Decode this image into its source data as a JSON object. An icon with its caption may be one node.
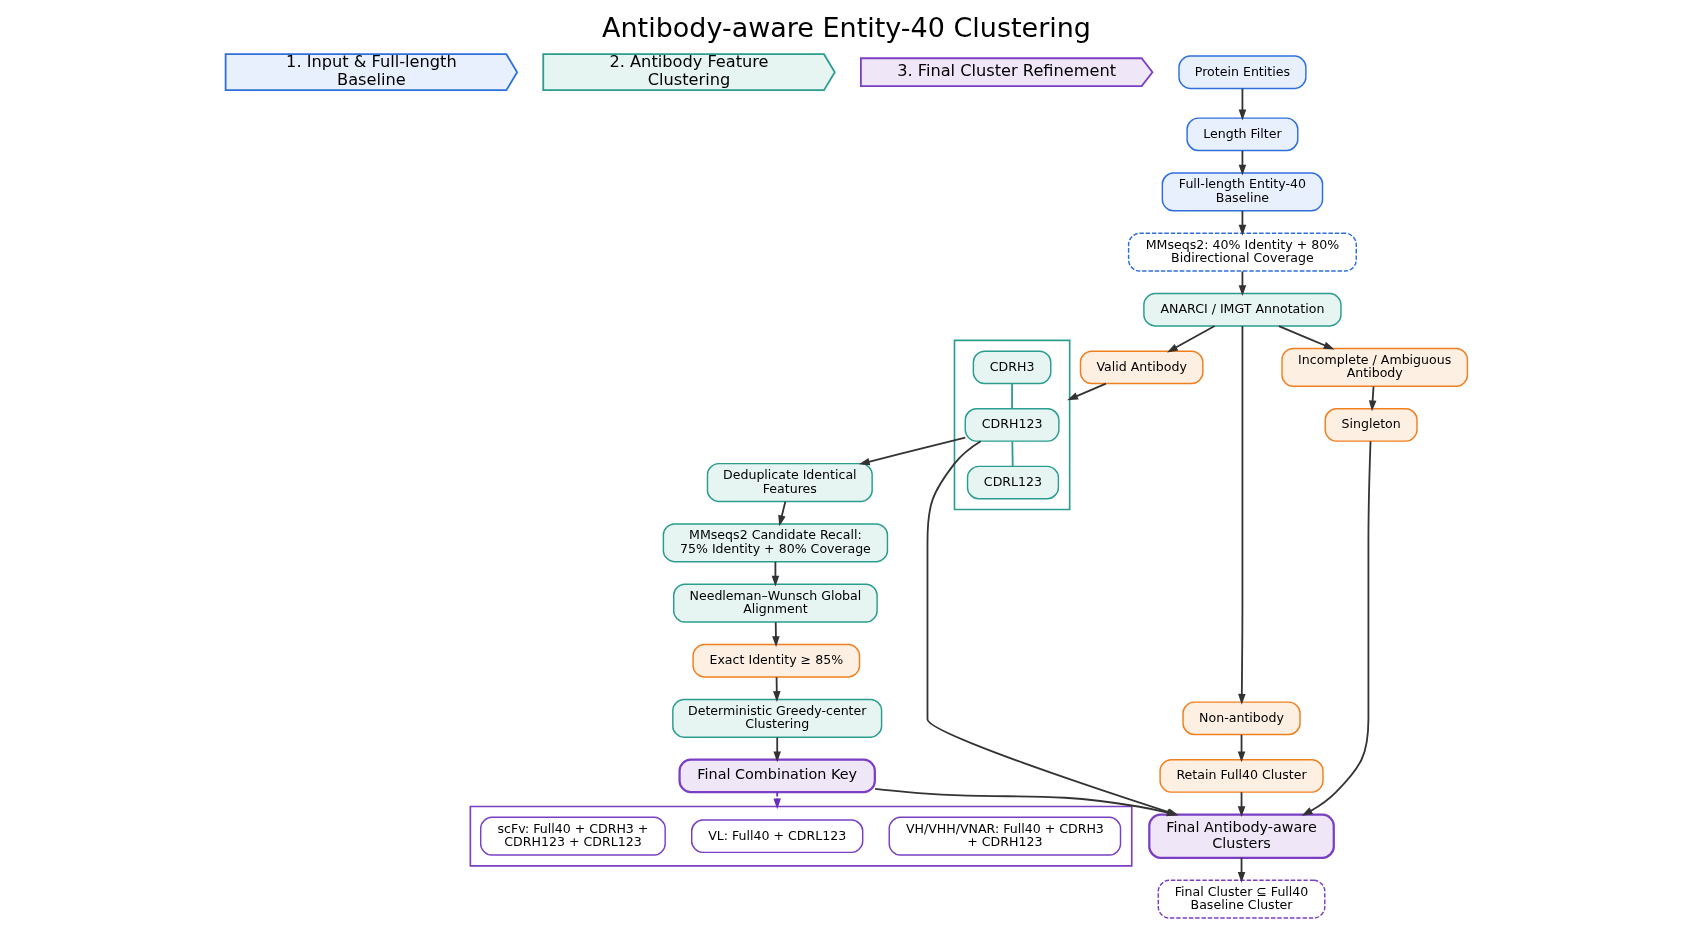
{
  "diagram": {
    "title": "Antibody-aware Entity-40 Clustering",
    "nodes": [
      {
        "text": [
          "1. Input & Full-length Baseline"
        ]
      },
      {
        "text": [
          "2. Antibody Feature Clustering"
        ]
      },
      {
        "text": [
          "3. Final Cluster Refinement"
        ]
      },
      {
        "text": [
          "Protein Entities"
        ]
      },
      {
        "text": [
          "Length Filter"
        ]
      },
      {
        "text": [
          "Full-length Entity-40 Baseline"
        ]
      },
      {
        "text": [
          "MMseqs2: 40% Identity + 80% Bidirectional Coverage"
        ]
      },
      {
        "text": [
          "ANARCI / IMGT Annotation"
        ]
      },
      {
        "text": [
          "Non-antibody"
        ]
      },
      {
        "text": [
          "Retain Full40 Cluster"
        ]
      },
      {
        "text": [
          "Incomplete / Ambiguous Antibody"
        ]
      },
      {
        "text": [
          "Singleton"
        ]
      },
      {
        "text": [
          "Valid Antibody"
        ]
      },
      {
        "text": [],
        "shape": "box"
      },
      {
        "text": [
          "CDRH3"
        ],
        "in": 13
      },
      {
        "text": [
          "CDRH123"
        ],
        "in": 13
      },
      {
        "text": [
          "CDRL123"
        ],
        "in": 13
      },
      {
        "text": [
          "Deduplicate Identical Features"
        ]
      },
      {
        "text": [
          "MMseqs2 Candidate Recall: 75% Identity + 80% Coverage"
        ]
      },
      {
        "text": [
          "Needleman–Wunsch Global Alignment"
        ]
      },
      {
        "text": [
          "Exact Identity ≥ 85%"
        ]
      },
      {
        "text": [
          "Deterministic Greedy-center Clustering"
        ]
      },
      {
        "text": [
          "Final Combination Key"
        ]
      },
      {
        "text": [],
        "shape": "box"
      },
      {
        "text": [
          "VH/VHH/VNAR: Full40 + CDRH3 + CDRH123"
        ],
        "in": 23
      },
      {
        "text": [
          "VL: Full40 + CDRL123"
        ],
        "in": 23
      },
      {
        "text": [
          "scFv: Full40 + CDRH3 + CDRH123 + CDRL123"
        ],
        "in": 23
      },
      {
        "text": [
          "Final Antibody-aware Clusters"
        ]
      },
      {
        "text": [
          "Final Cluster ⊆ Full40 Baseline Cluster"
        ]
      }
    ],
    "edges": [
      {
        "from": 3,
        "to": 4,
        "arrow": "to"
      },
      {
        "from": 4,
        "to": 5,
        "arrow": "to"
      },
      {
        "from": 5,
        "to": 6,
        "arrow": "to"
      },
      {
        "from": 6,
        "to": 7,
        "arrow": "to"
      },
      {
        "from": 7,
        "to": 8,
        "arrow": "to"
      },
      {
        "from": 7,
        "to": 10,
        "arrow": "to"
      },
      {
        "from": 7,
        "to": 12,
        "arrow": "to"
      },
      {
        "from": 8,
        "to": 9,
        "arrow": "to"
      },
      {
        "from": 10,
        "to": 11,
        "arrow": "to"
      },
      {
        "from": 12,
        "to": 13,
        "arrow": "to"
      },
      {
        "from": 14,
        "to": 15,
        "arrow": "none",
        "color": "#2a9d8f"
      },
      {
        "from": 15,
        "to": 16,
        "arrow": "none",
        "color": "#2a9d8f"
      },
      {
        "from": 15,
        "to": 17,
        "arrow": "to"
      },
      {
        "from": 15,
        "to": 27,
        "arrow": "to"
      },
      {
        "from": 17,
        "to": 18,
        "arrow": "to"
      },
      {
        "from": 18,
        "to": 19,
        "arrow": "to"
      },
      {
        "from": 19,
        "to": 20,
        "arrow": "to"
      },
      {
        "from": 20,
        "to": 21,
        "arrow": "to"
      },
      {
        "from": 21,
        "to": 22,
        "arrow": "to"
      },
      {
        "from": 22,
        "to": 23,
        "arrow": "to",
        "style": "dashed",
        "color": "#6a2fb8"
      },
      {
        "from": 22,
        "to": 27,
        "arrow": "to"
      },
      {
        "from": 9,
        "to": 27,
        "arrow": "to"
      },
      {
        "from": 11,
        "to": 27,
        "arrow": "to"
      },
      {
        "from": 27,
        "to": 28,
        "arrow": "to"
      }
    ]
  }
}
